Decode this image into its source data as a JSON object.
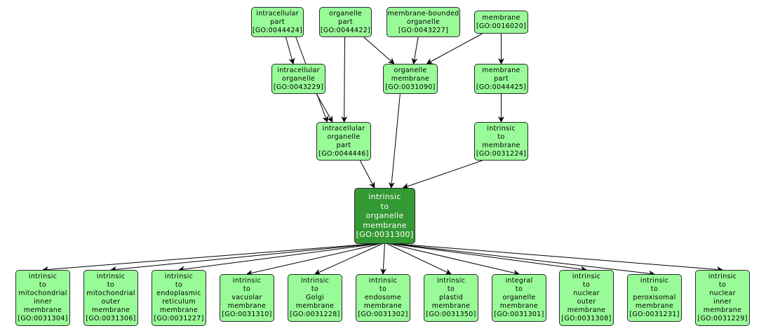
{
  "graph": {
    "colors": {
      "node_fill": "#98fb98",
      "focus_fill": "#339933",
      "edge": "#000000"
    },
    "nodes": [
      {
        "id": "n0044424",
        "lines": [
          "intracellular",
          "part",
          "[GO:0044424]"
        ]
      },
      {
        "id": "n0044422",
        "lines": [
          "organelle",
          "part",
          "[GO:0044422]"
        ]
      },
      {
        "id": "n0043227",
        "lines": [
          "membrane-bounded",
          "organelle",
          "[GO:0043227]"
        ]
      },
      {
        "id": "n0016020",
        "lines": [
          "membrane",
          "[GO:0016020]"
        ]
      },
      {
        "id": "n0043229",
        "lines": [
          "intracellular",
          "organelle",
          "[GO:0043229]"
        ]
      },
      {
        "id": "n0031090",
        "lines": [
          "organelle",
          "membrane",
          "[GO:0031090]"
        ]
      },
      {
        "id": "n0044425",
        "lines": [
          "membrane",
          "part",
          "[GO:0044425]"
        ]
      },
      {
        "id": "n0044446",
        "lines": [
          "intracellular",
          "organelle",
          "part",
          "[GO:0044446]"
        ]
      },
      {
        "id": "n0031224",
        "lines": [
          "intrinsic",
          "to",
          "membrane",
          "[GO:0031224]"
        ]
      },
      {
        "id": "n0031300",
        "lines": [
          "intrinsic",
          "to",
          "organelle",
          "membrane",
          "[GO:0031300]"
        ],
        "focus": true
      },
      {
        "id": "n0031304",
        "lines": [
          "intrinsic",
          "to",
          "mitochondrial",
          "inner",
          "membrane",
          "[GO:0031304]"
        ]
      },
      {
        "id": "n0031306",
        "lines": [
          "intrinsic",
          "to",
          "mitochondrial",
          "outer",
          "membrane",
          "[GO:0031306]"
        ]
      },
      {
        "id": "n0031227",
        "lines": [
          "intrinsic",
          "to",
          "endoplasmic",
          "reticulum",
          "membrane",
          "[GO:0031227]"
        ]
      },
      {
        "id": "n0031310",
        "lines": [
          "intrinsic",
          "to",
          "vacuolar",
          "membrane",
          "[GO:0031310]"
        ]
      },
      {
        "id": "n0031228",
        "lines": [
          "intrinsic",
          "to",
          "Golgi",
          "membrane",
          "[GO:0031228]"
        ]
      },
      {
        "id": "n0031302",
        "lines": [
          "intrinsic",
          "to",
          "endosome",
          "membrane",
          "[GO:0031302]"
        ]
      },
      {
        "id": "n0031350",
        "lines": [
          "intrinsic",
          "to",
          "plastid",
          "membrane",
          "[GO:0031350]"
        ]
      },
      {
        "id": "n0031301",
        "lines": [
          "integral",
          "to",
          "organelle",
          "membrane",
          "[GO:0031301]"
        ]
      },
      {
        "id": "n0031308",
        "lines": [
          "intrinsic",
          "to",
          "nuclear",
          "outer",
          "membrane",
          "[GO:0031308]"
        ]
      },
      {
        "id": "n0031231",
        "lines": [
          "intrinsic",
          "to",
          "peroxisomal",
          "membrane",
          "[GO:0031231]"
        ]
      },
      {
        "id": "n0031229",
        "lines": [
          "intrinsic",
          "to",
          "nuclear",
          "inner",
          "membrane",
          "[GO:0031229]"
        ]
      }
    ],
    "edges": [
      [
        "n0044424",
        "n0043229"
      ],
      [
        "n0044424",
        "n0044446"
      ],
      [
        "n0044422",
        "n0044446"
      ],
      [
        "n0044422",
        "n0031090"
      ],
      [
        "n0043227",
        "n0031090"
      ],
      [
        "n0016020",
        "n0031090"
      ],
      [
        "n0016020",
        "n0044425"
      ],
      [
        "n0043229",
        "n0044446"
      ],
      [
        "n0044425",
        "n0031224"
      ],
      [
        "n0044446",
        "n0031300"
      ],
      [
        "n0031090",
        "n0031300"
      ],
      [
        "n0031224",
        "n0031300"
      ],
      [
        "n0031300",
        "n0031304"
      ],
      [
        "n0031300",
        "n0031306"
      ],
      [
        "n0031300",
        "n0031227"
      ],
      [
        "n0031300",
        "n0031310"
      ],
      [
        "n0031300",
        "n0031228"
      ],
      [
        "n0031300",
        "n0031302"
      ],
      [
        "n0031300",
        "n0031350"
      ],
      [
        "n0031300",
        "n0031301"
      ],
      [
        "n0031300",
        "n0031308"
      ],
      [
        "n0031300",
        "n0031231"
      ],
      [
        "n0031300",
        "n0031229"
      ]
    ]
  }
}
